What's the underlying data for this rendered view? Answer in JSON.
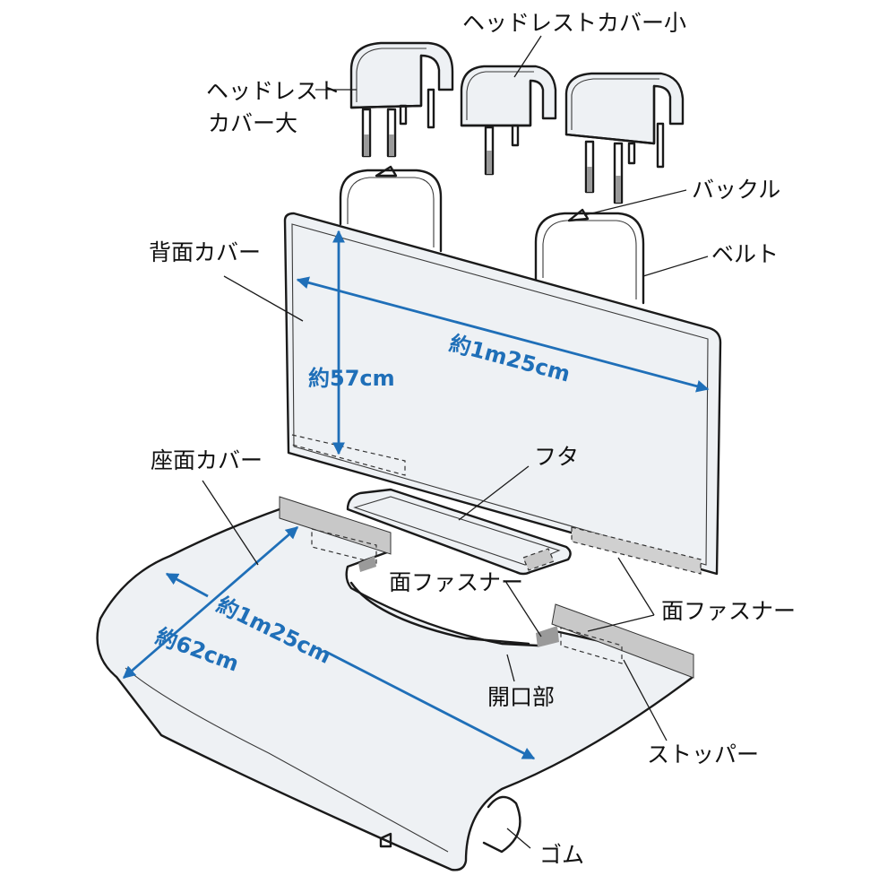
{
  "labels": {
    "headrest_small": "ヘッドレストカバー小",
    "headrest_large_line1": "ヘッドレスト",
    "headrest_large_line2": "カバー大",
    "buckle": "バックル",
    "back_cover": "背面カバー",
    "belt": "ベルト",
    "seat_cover": "座面カバー",
    "lid": "フタ",
    "fastener_center": "面ファスナー",
    "fastener_right": "面ファスナー",
    "opening": "開口部",
    "stopper": "ストッパー",
    "rubber": "ゴム"
  },
  "dimensions": {
    "back_height": "約57cm",
    "back_width": "約1m25cm",
    "seat_width": "約1m25cm",
    "seat_depth": "約62cm"
  },
  "colors": {
    "dimension": "#1f6fb8",
    "outline": "#1a1a1a",
    "fill": "#eef1f4",
    "fastener": "#c8c8c8"
  }
}
